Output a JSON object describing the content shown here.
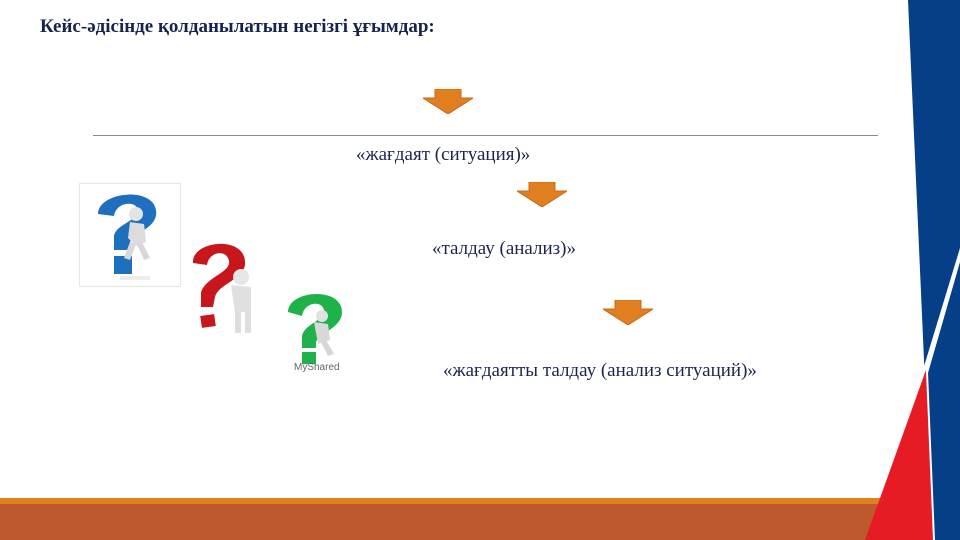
{
  "slide": {
    "title": "Кейс-әдісінде қолданылатын негізгі ұғымдар:",
    "concepts": [
      {
        "label": "«жағдаят (ситуация)»"
      },
      {
        "label": "«талдау (анализ)»"
      },
      {
        "label": "«жағдаятты талдау (анализ ситуаций)»"
      }
    ],
    "arrows": [
      {
        "icon": "down-arrow-icon"
      },
      {
        "icon": "down-arrow-icon"
      },
      {
        "icon": "down-arrow-icon"
      }
    ],
    "images": [
      {
        "icon": "blue-question-mark-figure",
        "color": "#1f6fbf"
      },
      {
        "icon": "red-question-mark-figure",
        "color": "#c8161d"
      },
      {
        "icon": "green-question-mark-figure",
        "color": "#1fb24a"
      }
    ],
    "watermark": "MyShared"
  },
  "colors": {
    "title": "#16234f",
    "arrow": "#e07f1f",
    "blue_band": "#053f88",
    "red_triangle": "#e61b23",
    "bottom_strip": "#e2801e",
    "bottom_bar": "#bc5a2e"
  }
}
